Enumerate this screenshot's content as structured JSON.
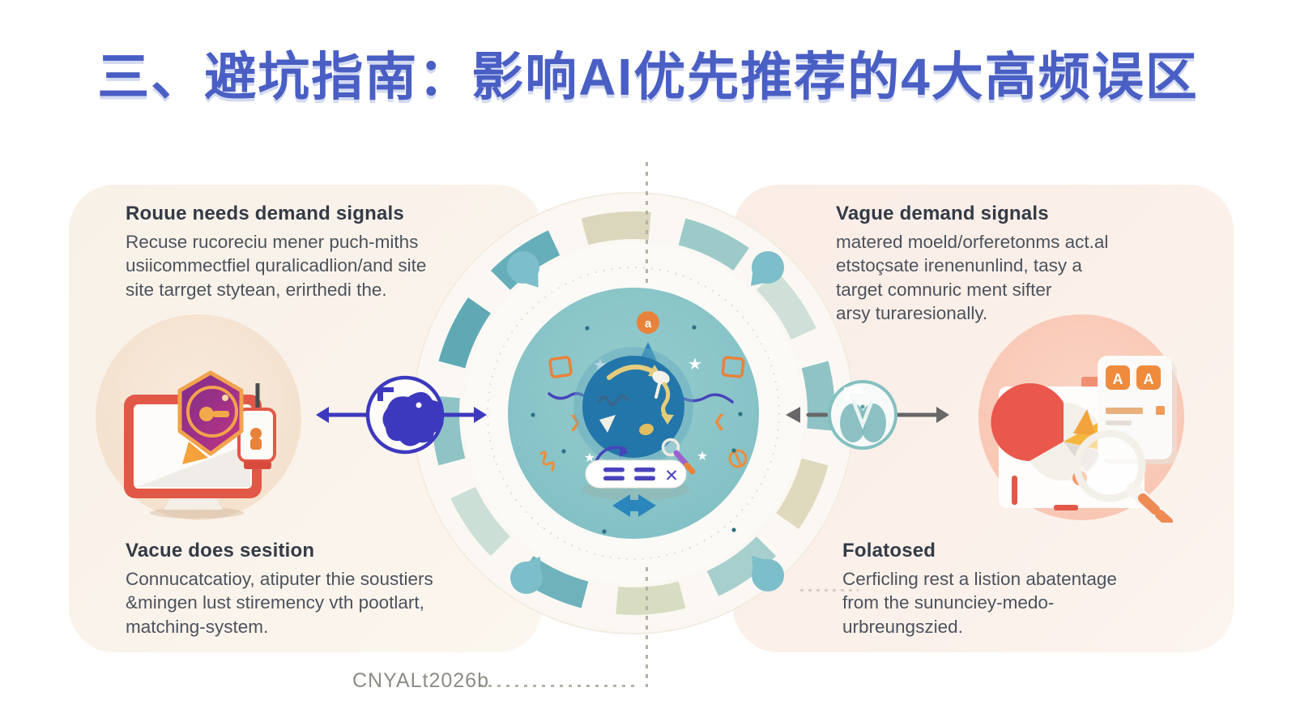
{
  "title": "三、避坑指南：影响AI优先推荐的4大高频误区",
  "left_panel": {
    "top": {
      "heading": "Rouue needs demand signals",
      "body": "Recuse rucoreciu mener puch-miths\nusiicommectfiel quralicadlion/and site\nsite tarrget stytean, erirthedi the."
    },
    "bottom": {
      "heading": "Vacue does sesition",
      "body": "Connucatcatioy, atiputer thie soustiers\n&mingen lust stiremency vth pootlart,\nmatching-system."
    }
  },
  "right_panel": {
    "top": {
      "heading": "Vague demand signals",
      "body": "matered moeld/orferetonms act.al\netstoçsate irenenunlind, tasy a\ntarget comnuric ment sifter\narsy turaresionally."
    },
    "bottom": {
      "heading": "Folatosed",
      "body": "Cerficling rest a listion abatentage\nfrom the sununciey-medo-\nurbreungszied."
    }
  },
  "center": {
    "badge_letter": "a",
    "close_glyph": "✕"
  },
  "footer": {
    "caption": "CNYALt2026b"
  },
  "colors": {
    "title_blue": "#4A5FC4",
    "heading_dark": "#343A46",
    "body_gray": "#4C525C",
    "panel_left_bg": "#F8F1E8",
    "panel_right_bg": "#FAEDE6",
    "teal_circle": "#8CC7C9",
    "inner_blue": "#2376AA",
    "ring_teal": "#66AEB9",
    "ring_beige": "#DAD7BC",
    "accent_orange": "#E8823A",
    "coral_red": "#E25847",
    "indigo": "#3C39BE",
    "arrow_gray": "#676767",
    "caption_gray": "#8C8C85"
  }
}
